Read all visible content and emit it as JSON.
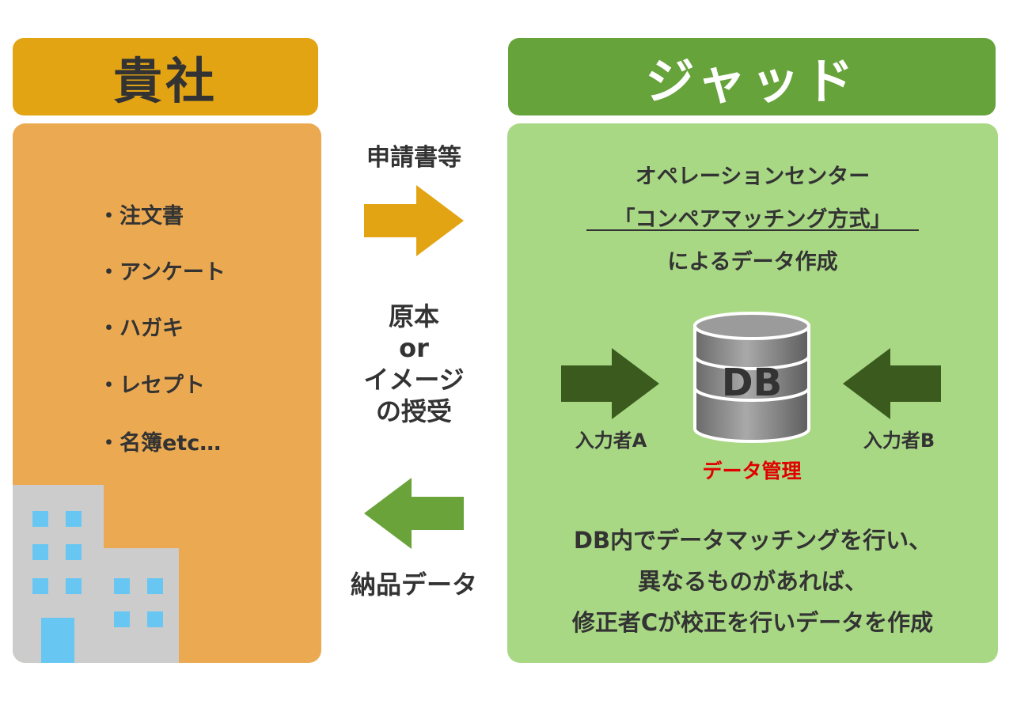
{
  "client": {
    "title": "貴社",
    "documents": [
      "・注文書",
      "・アンケート",
      "・ハガキ",
      "・レセプト",
      "・名簿etc…"
    ]
  },
  "jad": {
    "title": "ジャッド",
    "operation": {
      "line1": "オペレーションセンター",
      "line2": "「コンペアマッチング方式」",
      "line3": "によるデータ作成"
    },
    "db_label": "DB",
    "input_a": "入力者A",
    "input_b": "入力者B",
    "data_management": "データ管理",
    "description": [
      "DB内でデータマッチングを行い、",
      "異なるものがあれば、",
      "修正者Cが校正を行いデータを作成"
    ]
  },
  "flow": {
    "top_label": "申請書等",
    "middle_label": [
      "原本",
      "or",
      "イメージ",
      "の授受"
    ],
    "bottom_label": "納品データ"
  },
  "colors": {
    "client_header": "#e3a413",
    "client_panel": "#ebaa52",
    "jad_header": "#66a33a",
    "jad_panel": "#a9d885",
    "arrow_right": "#e3a413",
    "arrow_left": "#6aa33a",
    "input_arrows": "#3a5a1e",
    "data_management": "#e00000",
    "building": "#cccccc",
    "windows": "#67c7f2"
  },
  "icons": [
    "building-icon",
    "database-icon",
    "arrow-right-icon",
    "arrow-left-icon"
  ]
}
